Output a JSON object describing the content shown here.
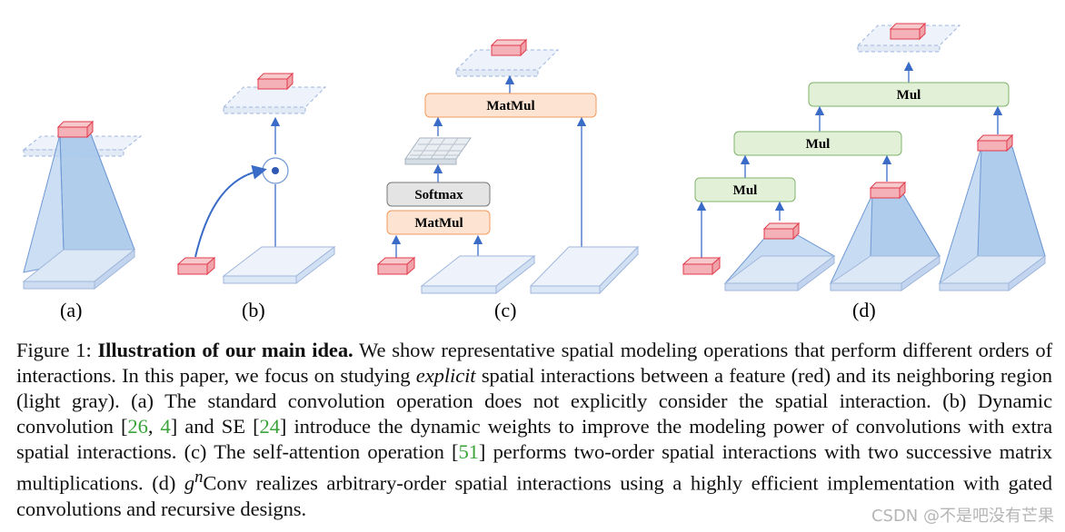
{
  "figure": {
    "subfigure_labels": {
      "a": "(a)",
      "b": "(b)",
      "c": "(c)",
      "d": "(d)"
    },
    "ops": {
      "c_matmul_top": "MatMul",
      "c_softmax": "Softmax",
      "c_matmul_bottom": "MatMul",
      "d_mul_1": "Mul",
      "d_mul_2": "Mul",
      "d_mul_3": "Mul"
    },
    "colors": {
      "feature_red": "#e23b4c",
      "feature_red_fill": "#f6c9cd",
      "plane_fill": "#eef3fb",
      "plane_stroke": "#9fb6dc",
      "pyramid_fill": "#b9d3ef",
      "arrow_blue": "#3a6cc7",
      "matmul_fill": "#fde3d1",
      "matmul_stroke": "#f29a5c",
      "softmax_fill": "#e4e4e4",
      "mul_fill": "#e3f0d8",
      "mul_stroke": "#7fb36b"
    }
  },
  "caption": {
    "figure_label": "Figure 1:",
    "bold_title": "Illustration of our main idea.",
    "text_1": " We show representative spatial modeling operations that perform different orders of interactions. In this paper, we focus on studying ",
    "italic_word": "explicit",
    "text_2": " spatial interactions between a feature (red) and its neighboring region (light gray). (a) The standard convolution operation does not explicitly consider the spatial interaction. (b) Dynamic convolution [",
    "ref_26": "26",
    "sep_1": ", ",
    "ref_4": "4",
    "text_3": "] and SE [",
    "ref_24": "24",
    "text_4": "] introduce the dynamic weights to improve the modeling power of convolutions with extra spatial interactions. (c) The self-attention operation [",
    "ref_51": "51",
    "text_5": "] performs two-order spatial interactions with two successive matrix multiplications. (d) ",
    "gnconv_g": "g",
    "gnconv_n": "n",
    "text_6": "Conv realizes arbitrary-order spatial interactions using a highly efficient implementation with gated convolutions and recursive designs."
  },
  "watermark": "CSDN @不是吧没有芒果"
}
